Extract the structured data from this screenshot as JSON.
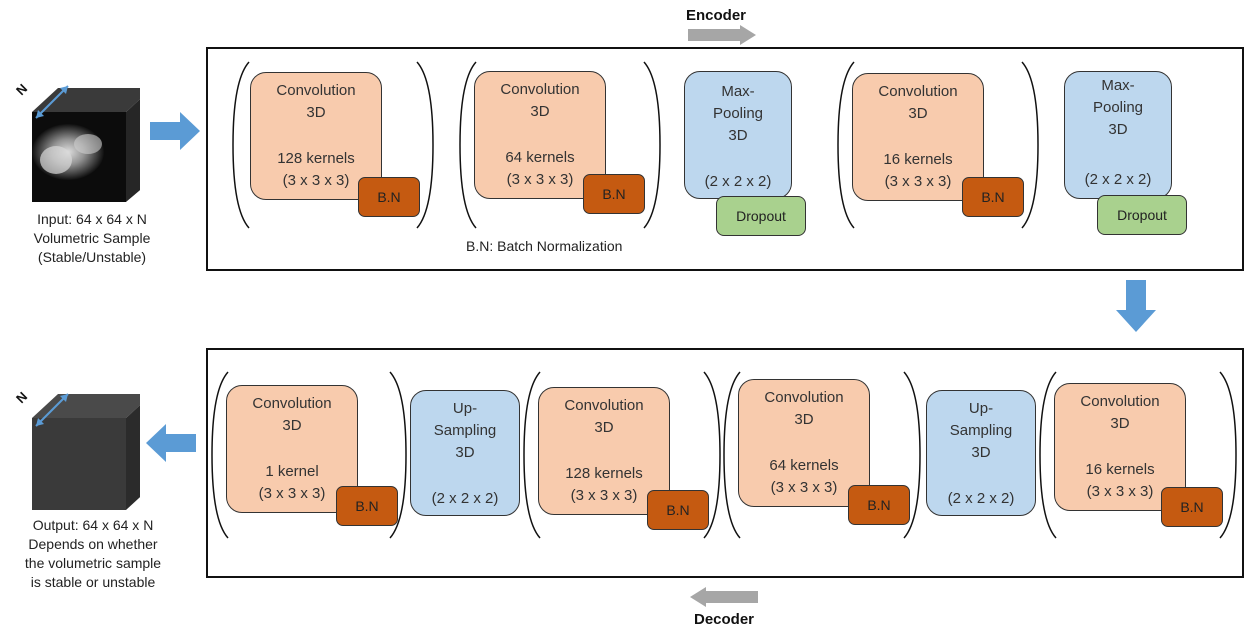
{
  "encoder": {
    "title": "Encoder",
    "note": "B.N: Batch Normalization",
    "conv1": {
      "title1": "Convolution",
      "title2": "3D",
      "kernels": "128 kernels",
      "size": "(3 x 3 x 3)",
      "bn": "B.N"
    },
    "conv2": {
      "title1": "Convolution",
      "title2": "3D",
      "kernels": "64 kernels",
      "size": "(3 x 3 x 3)",
      "bn": "B.N"
    },
    "pool1": {
      "title1": "Max-",
      "title2": "Pooling",
      "title3": "3D",
      "size": "(2 x 2 x 2)",
      "dropout": "Dropout"
    },
    "conv3": {
      "title1": "Convolution",
      "title2": "3D",
      "kernels": "16 kernels",
      "size": "(3 x 3 x 3)",
      "bn": "B.N"
    },
    "pool2": {
      "title1": "Max-",
      "title2": "Pooling",
      "title3": "3D",
      "size": "(2 x 2 x 2)",
      "dropout": "Dropout"
    }
  },
  "decoder": {
    "title": "Decoder",
    "conv1": {
      "title1": "Convolution",
      "title2": "3D",
      "kernels": "1 kernel",
      "size": "(3 x 3 x 3)",
      "bn": "B.N"
    },
    "up1": {
      "title1": "Up-",
      "title2": "Sampling",
      "title3": "3D",
      "size": "(2 x 2 x 2)"
    },
    "conv2": {
      "title1": "Convolution",
      "title2": "3D",
      "kernels": "128 kernels",
      "size": "(3 x 3 x 3)",
      "bn": "B.N"
    },
    "conv3": {
      "title1": "Convolution",
      "title2": "3D",
      "kernels": "64 kernels",
      "size": "(3 x 3 x 3)",
      "bn": "B.N"
    },
    "up2": {
      "title1": "Up-",
      "title2": "Sampling",
      "title3": "3D",
      "size": "(2 x 2 x 2)"
    },
    "conv4": {
      "title1": "Convolution",
      "title2": "3D",
      "kernels": "16 kernels",
      "size": "(3 x 3 x 3)",
      "bn": "B.N"
    }
  },
  "input": {
    "depth_label": "N",
    "caption": [
      "Input: 64 x 64 x N",
      "Volumetric Sample",
      "(Stable/Unstable)"
    ]
  },
  "output": {
    "depth_label": "N",
    "caption": [
      "Output: 64 x 64 x N",
      "Depends on whether",
      "the volumetric sample",
      "is stable or unstable"
    ]
  },
  "colors": {
    "conv": "#f8cbad",
    "pool": "#bdd7ee",
    "bn": "#c55a11",
    "dropout": "#a9d18e",
    "flow_arrow": "#5b9bd5",
    "direction_arrow": "#a6a6a6"
  }
}
